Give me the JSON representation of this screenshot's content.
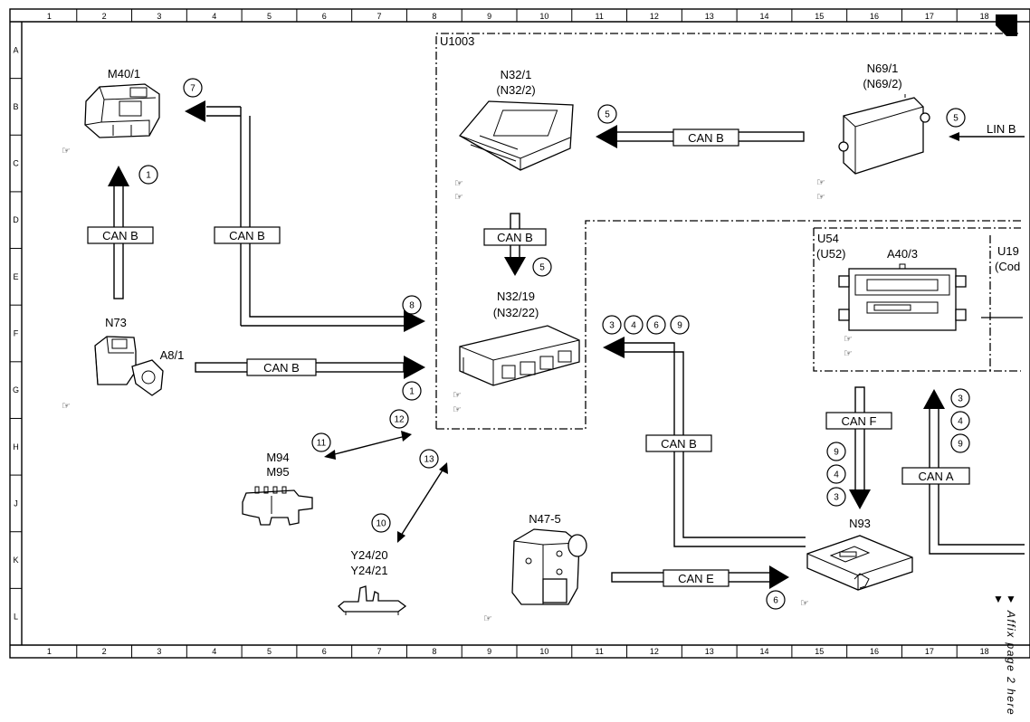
{
  "ruler": {
    "columns": [
      "1",
      "2",
      "3",
      "4",
      "5",
      "6",
      "7",
      "8",
      "9",
      "10",
      "11",
      "12",
      "13",
      "14",
      "15",
      "16",
      "17",
      "18"
    ],
    "rows": [
      "A",
      "B",
      "C",
      "D",
      "E",
      "F",
      "G",
      "H",
      "J",
      "K",
      "L"
    ]
  },
  "regions": {
    "u1003": "U1003",
    "u54": "U54",
    "u52": "(U52)",
    "u19": "U19",
    "cod": "(Cod"
  },
  "components": {
    "m40_1": "M40/1",
    "n32_1": "N32/1",
    "n32_2": "(N32/2)",
    "n69_1": "N69/1",
    "n69_2": "(N69/2)",
    "n32_19": "N32/19",
    "n32_22": "(N32/22)",
    "a40_3": "A40/3",
    "n73": "N73",
    "a8_1": "A8/1",
    "m94": "M94",
    "m95": "M95",
    "y24_20": "Y24/20",
    "y24_21": "Y24/21",
    "n47_5": "N47-5",
    "n93": "N93"
  },
  "buses": {
    "can_b": "CAN B",
    "can_e": "CAN E",
    "can_f": "CAN F",
    "can_a": "CAN A",
    "lin_b": "LIN B"
  },
  "circle_numbers": {
    "c7": "7",
    "c1a": "1",
    "c5a": "5",
    "c5b": "5",
    "c5c": "5",
    "c8": "8",
    "c1b": "1",
    "c12": "12",
    "c11": "11",
    "c13": "13",
    "c10": "10",
    "c3a": "3",
    "c4a": "4",
    "c6a": "6",
    "c9a": "9",
    "c3b": "3",
    "c4b": "4",
    "c9b": "9",
    "c9c": "9",
    "c4c": "4",
    "c3c": "3",
    "c6b": "6"
  },
  "symbols": {
    "hand": "☞"
  },
  "side_note": "▼ Affix page 2 here ▼"
}
